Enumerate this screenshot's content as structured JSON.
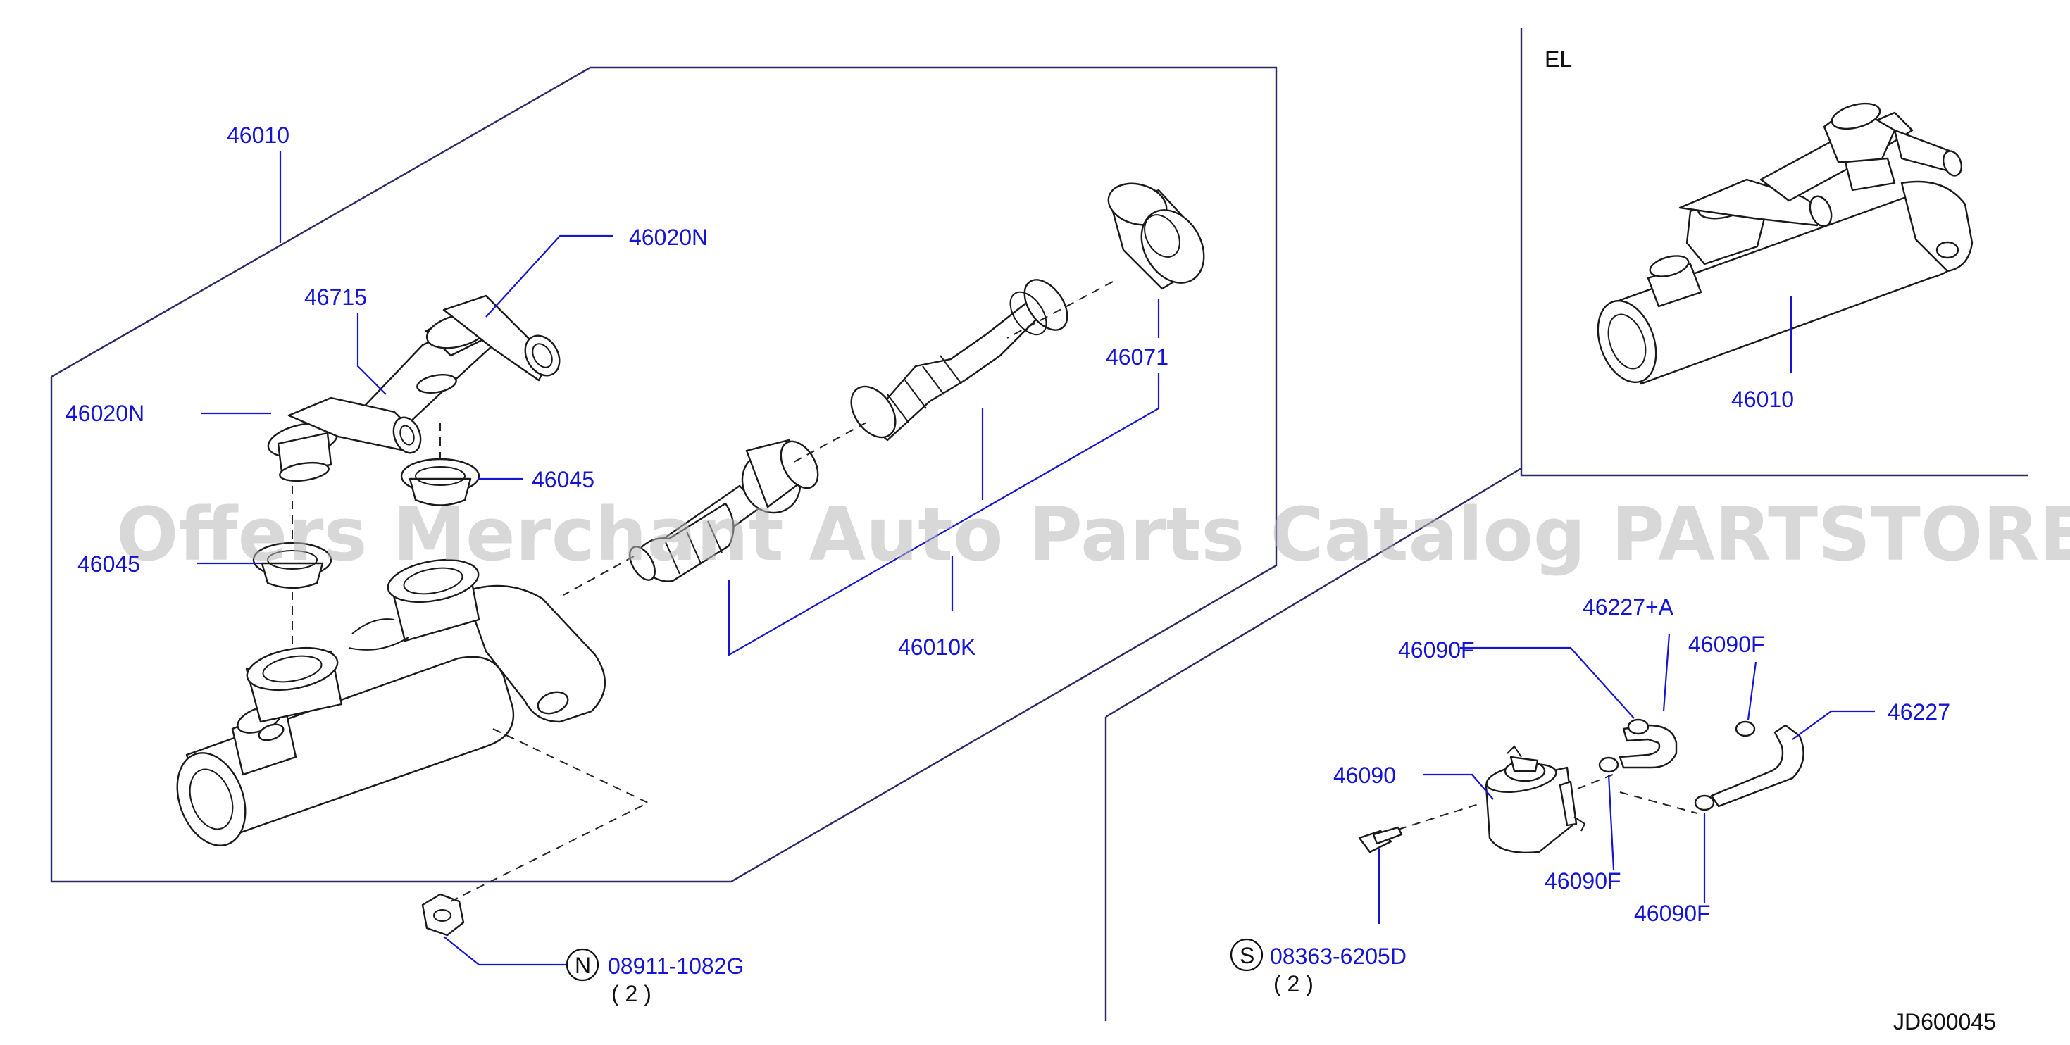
{
  "labels": {
    "mc_assembly_main": "46010",
    "reservoir_tank_fitting_upper": "46020N",
    "connector_pipe": "46715",
    "reservoir_tank_fitting_left": "46020N",
    "retainer_kit": "46071",
    "seal_grommet_right": "46045",
    "seal_grommet_left": "46045",
    "piston_kit": "46010K",
    "nut_code": "08911-1082G",
    "nut_qty": "( 2 )",
    "nut_prefix": "N",
    "variant_tag": "EL",
    "mc_assembly_el": "46010",
    "hose_a": "46227+A",
    "hose": "46227",
    "clamp_1": "46090F",
    "clamp_2": "46090F",
    "clamp_3": "46090F",
    "clamp_4": "46090F",
    "reservoir": "46090",
    "bolt_code": "08363-6205D",
    "bolt_qty": "( 2 )",
    "bolt_prefix": "S",
    "diagram_code": "JD600045"
  },
  "watermark": "Offers Merchant Auto Parts Catalog PARTSTORE.SA",
  "colors": {
    "part_number": "#1414d2",
    "line_art": "#1a1a1a",
    "watermark": "#b9b9b9"
  }
}
